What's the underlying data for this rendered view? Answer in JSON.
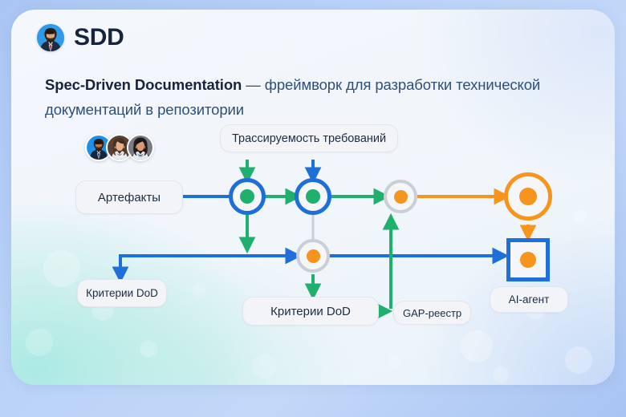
{
  "brand": {
    "title": "SDD",
    "avatar_icon": "user-avatar-icon"
  },
  "subtitle": {
    "strong": "Spec-Driven Documentation",
    "rest": " — фреймворк для разработки технической документаций в репозитории"
  },
  "avatars": [
    {
      "name": "avatar-1"
    },
    {
      "name": "avatar-2"
    },
    {
      "name": "avatar-3"
    }
  ],
  "colors": {
    "blue": "#1f6fdb",
    "green": "#1fb06e",
    "orange": "#f7941e",
    "grey": "#c9cfd6",
    "text": "#1d2c42"
  },
  "diagram": {
    "labels": {
      "traceability": "Трассируемость требований",
      "artifacts": "Артефакты",
      "dod_left": "Критерии DoD",
      "dod_mid": "Критерии DoD",
      "gap_registry": "GAP-реестр",
      "ai_agent": "AI-агент"
    },
    "nodes": [
      {
        "name": "node-spec-1",
        "shape": "circle",
        "ring": "blue",
        "dot": "green"
      },
      {
        "name": "node-spec-2",
        "shape": "circle",
        "ring": "blue",
        "dot": "green"
      },
      {
        "name": "node-review",
        "shape": "circle",
        "ring": "grey",
        "dot": "orange"
      },
      {
        "name": "node-output",
        "shape": "circle",
        "ring": "orange",
        "dot": "orange"
      },
      {
        "name": "node-dod",
        "shape": "circle",
        "ring": "grey",
        "dot": "orange"
      },
      {
        "name": "node-ai-agent",
        "shape": "square",
        "ring": "blue",
        "dot": "orange"
      }
    ]
  }
}
